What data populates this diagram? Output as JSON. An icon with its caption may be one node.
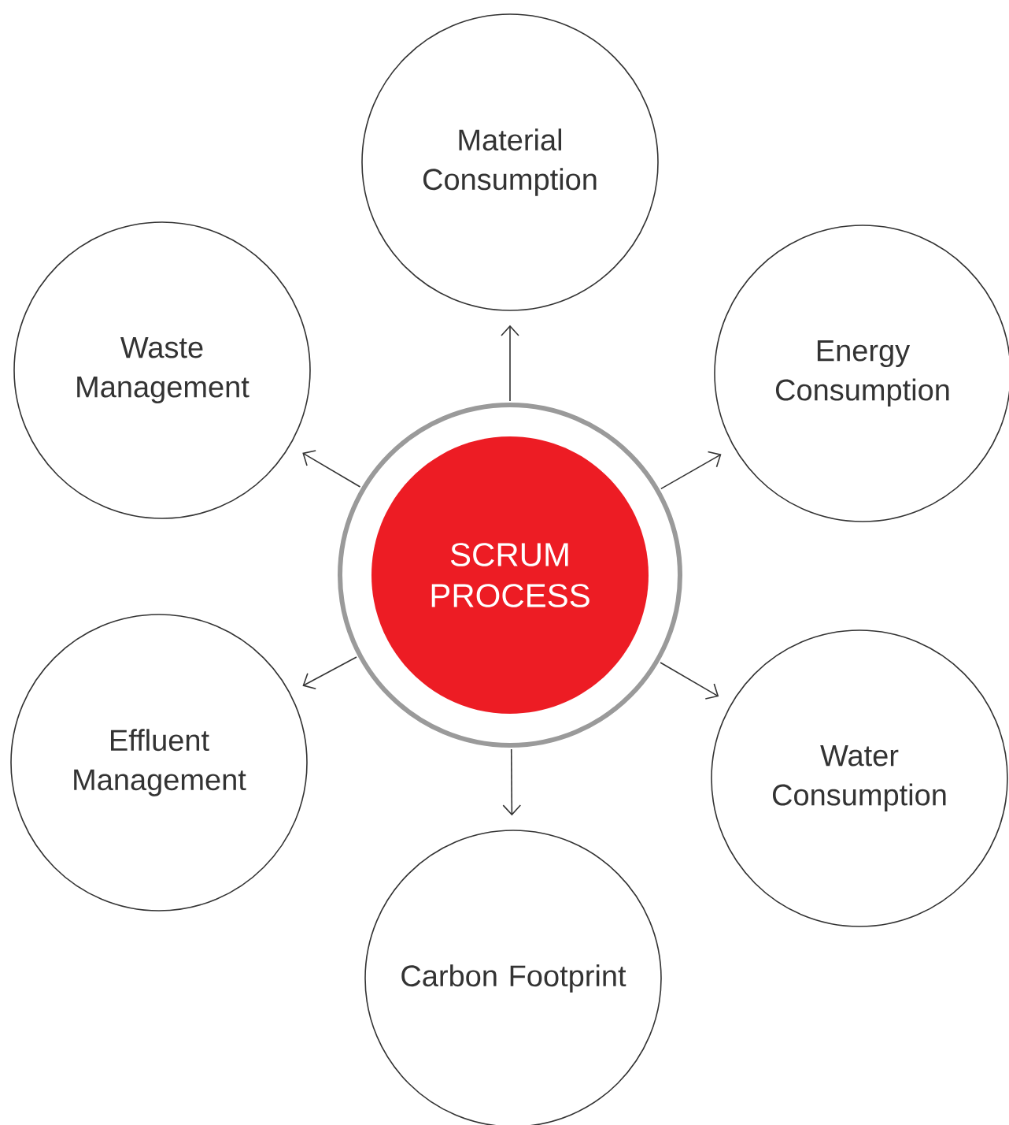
{
  "diagram": {
    "nodes": [
      {
        "text": [
          "SCRUM PROCESS"
        ]
      },
      {
        "text": [
          "Material Consumption"
        ]
      },
      {
        "text": [
          "Energy Consumption"
        ]
      },
      {
        "text": [
          "Water Consumption"
        ]
      },
      {
        "text": [
          "Carbon Footprint"
        ]
      },
      {
        "text": [
          "Effluent Management"
        ]
      },
      {
        "text": [
          "Waste Management"
        ]
      }
    ],
    "edges": [
      {
        "from": 0,
        "to": 1,
        "arrow": "to"
      },
      {
        "from": 0,
        "to": 2,
        "arrow": "to"
      },
      {
        "from": 0,
        "to": 3,
        "arrow": "to"
      },
      {
        "from": 0,
        "to": 4,
        "arrow": "to"
      },
      {
        "from": 0,
        "to": 5,
        "arrow": "to"
      },
      {
        "from": 0,
        "to": 6,
        "arrow": "to"
      }
    ]
  }
}
